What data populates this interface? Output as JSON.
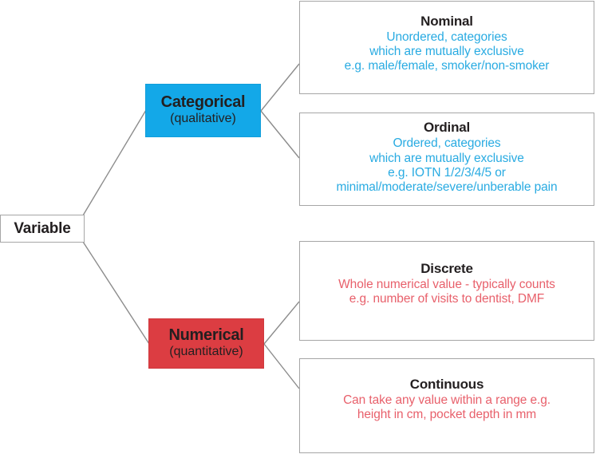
{
  "diagram": {
    "title": "Variable types classification",
    "colors": {
      "categorical_fill": "#13a8e8",
      "numerical_fill": "#dc3d42",
      "categorical_text": "#29abe2",
      "numerical_text": "#e8606b",
      "box_border": "#a6a6a6",
      "connector": "#8c8c8c",
      "heading_text": "#231f20",
      "background": "#ffffff"
    }
  },
  "root": {
    "label": "Variable"
  },
  "branches": [
    {
      "key": "categorical",
      "title": "Categorical",
      "subtitle": "(qualitative)",
      "fill": "#13a8e8"
    },
    {
      "key": "numerical",
      "title": "Numerical",
      "subtitle": "(quantitative)",
      "fill": "#dc3d42"
    }
  ],
  "leaves": [
    {
      "key": "nominal",
      "title": "Nominal",
      "lines": [
        "Unordered, categories",
        "which are mutually exclusive",
        "e.g. male/female, smoker/non-smoker"
      ],
      "text_color": "#29abe2"
    },
    {
      "key": "ordinal",
      "title": "Ordinal",
      "lines": [
        "Ordered, categories",
        "which are mutually exclusive",
        "e.g. IOTN 1/2/3/4/5 or",
        "minimal/moderate/severe/unberable pain"
      ],
      "text_color": "#29abe2"
    },
    {
      "key": "discrete",
      "title": "Discrete",
      "lines": [
        "Whole numerical value - typically counts",
        "e.g. number of visits to dentist, DMF"
      ],
      "text_color": "#e8606b"
    },
    {
      "key": "continuous",
      "title": "Continuous",
      "lines": [
        "Can take any value within a range e.g.",
        "height in cm, pocket depth in mm"
      ],
      "text_color": "#e8606b"
    }
  ]
}
